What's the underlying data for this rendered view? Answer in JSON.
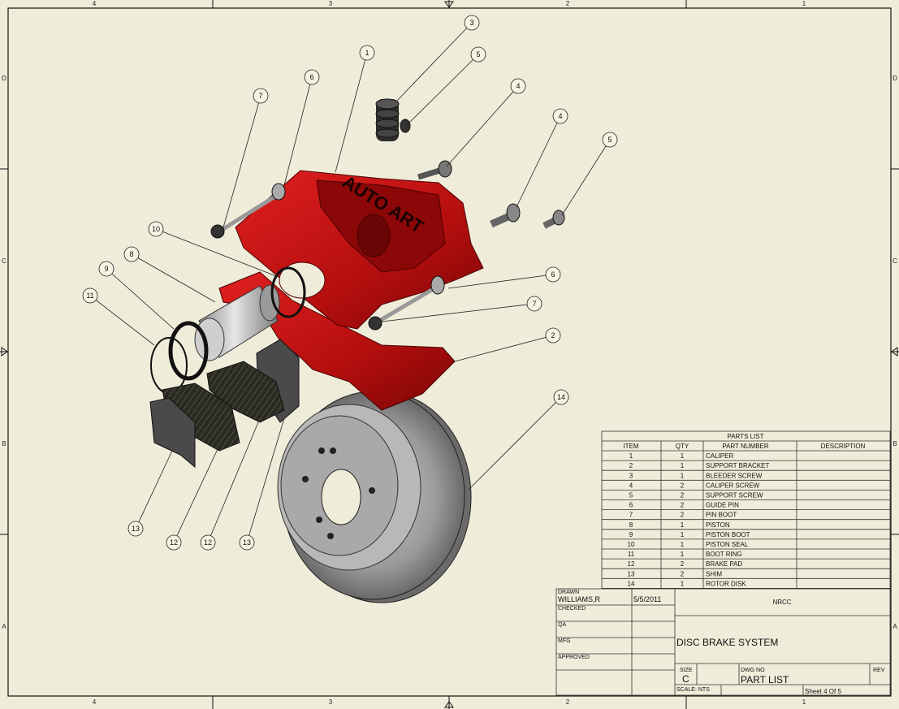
{
  "border": {
    "top_zones": [
      "4",
      "3",
      "2",
      "1"
    ],
    "bottom_zones": [
      "4",
      "3",
      "2",
      "1"
    ],
    "side_zones": [
      "D",
      "C",
      "B",
      "A"
    ]
  },
  "callouts": [
    "3",
    "5",
    "4",
    "4",
    "5",
    "1",
    "6",
    "7",
    "10",
    "8",
    "9",
    "11",
    "6",
    "7",
    "2",
    "14",
    "13",
    "12",
    "12",
    "13"
  ],
  "caliper_text": "AUTO ART",
  "parts_list": {
    "title": "PARTS LIST",
    "headers": [
      "ITEM",
      "QTY",
      "PART NUMBER",
      "DESCRIPTION"
    ],
    "rows": [
      [
        "1",
        "1",
        "CALIPER",
        ""
      ],
      [
        "2",
        "1",
        "SUPPORT BRACKET",
        ""
      ],
      [
        "3",
        "1",
        "BLEEDER SCREW",
        ""
      ],
      [
        "4",
        "2",
        "CALIPER SCREW",
        ""
      ],
      [
        "5",
        "2",
        "SUPPORT SCREW",
        ""
      ],
      [
        "6",
        "2",
        "GUIDE PIN",
        ""
      ],
      [
        "7",
        "2",
        "PIN BOOT",
        ""
      ],
      [
        "8",
        "1",
        "PISTON",
        ""
      ],
      [
        "9",
        "1",
        "PISTON BOOT",
        ""
      ],
      [
        "10",
        "1",
        "PISTON SEAL",
        ""
      ],
      [
        "11",
        "1",
        "BOOT RING",
        ""
      ],
      [
        "12",
        "2",
        "BRAKE PAD",
        ""
      ],
      [
        "13",
        "2",
        "SHIM",
        ""
      ],
      [
        "14",
        "1",
        "ROTOR DISK",
        ""
      ]
    ]
  },
  "title_block": {
    "drawn_label": "DRAWN",
    "drawn_by": "WILLIAMS,R",
    "drawn_date": "5/5/2011",
    "checked_label": "CHECKED",
    "qa_label": "QA",
    "mfg_label": "MFG",
    "approved_label": "APPROVED",
    "company": "NRCC",
    "title": "DISC BRAKE SYSTEM",
    "size_label": "SIZE",
    "size": "C",
    "dwg_no_label": "DWG NO",
    "dwg_no": "PART LIST",
    "rev_label": "REV",
    "scale": "SCALE: NTS",
    "sheet": "Sheet 4 Of 5"
  }
}
